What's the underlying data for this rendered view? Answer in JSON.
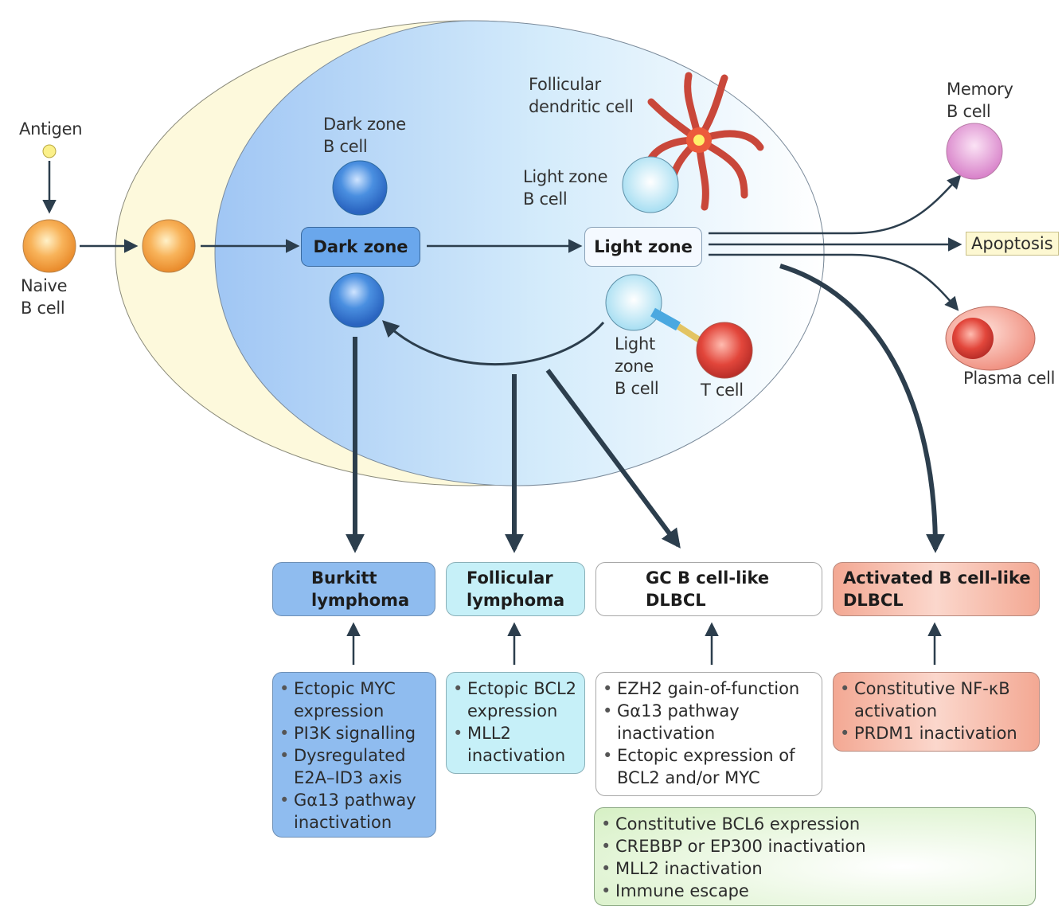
{
  "diagram": {
    "title": "Germinal centre B cell differentiation and lymphoma origins",
    "labels": {
      "antigen": "Antigen",
      "naive_b_cell": "Naive\nB cell",
      "dark_zone_b_cell": "Dark zone\nB cell",
      "follicular_dendritic_cell": "Follicular\ndendritic cell",
      "light_zone_b_cell_top": "Light zone\nB cell",
      "light_zone_b_cell_bottom": "Light\nzone\nB cell",
      "t_cell": "T cell",
      "memory_b_cell": "Memory\nB cell",
      "plasma_cell": "Plasma cell",
      "apoptosis": "Apoptosis"
    },
    "zones": {
      "dark_zone": "Dark zone",
      "light_zone": "Light zone"
    },
    "lymphomas": [
      {
        "title": "Burkitt\nlymphoma",
        "color": "#8fbcef",
        "features": [
          "Ectopic MYC expression",
          "PI3K signalling",
          "Dysregulated E2A–ID3 axis",
          "Gα13 pathway inactivation"
        ]
      },
      {
        "title": "Follicular\nlymphoma",
        "color": "#c6f0f8",
        "features": [
          "Ectopic BCL2 expression",
          "MLL2 inactivation"
        ]
      },
      {
        "title": "GC B cell-like\nDLBCL",
        "color": "#ffffff",
        "features": [
          "EZH2 gain-of-function",
          "Gα13 pathway inactivation",
          "Ectopic expression of BCL2 and/or MYC"
        ]
      },
      {
        "title": "Activated B cell-like\nDLBCL",
        "color": "#f6b9a6",
        "features": [
          "Constitutive NF-κB activation",
          "PRDM1 inactivation"
        ]
      }
    ],
    "shared_features": [
      "Constitutive BCL6 expression",
      "CREBBP or EP300 inactivation",
      "MLL2 inactivation",
      "Immune escape"
    ],
    "colors": {
      "follicle": "#fdf9dc",
      "germinal_centre": "#a8ccf5",
      "arrow": "#2c3e4d",
      "shared_box": "#e3f5d6"
    }
  }
}
